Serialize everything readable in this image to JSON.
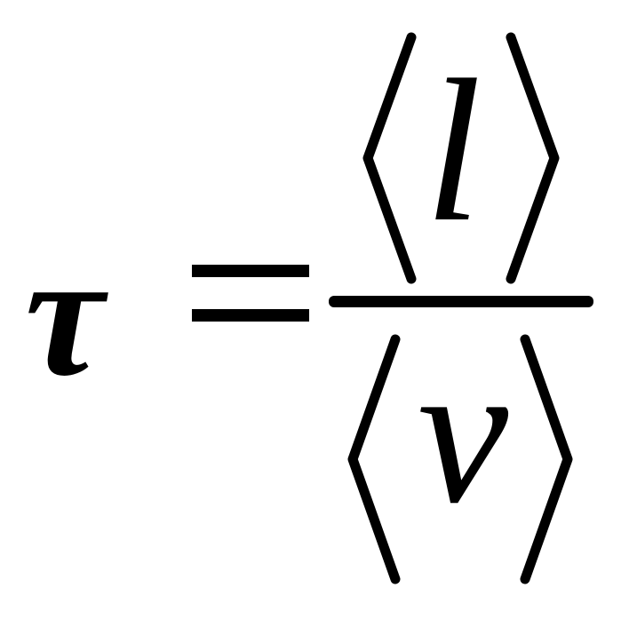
{
  "formula": {
    "lhs_symbol": "τ",
    "relation": "=",
    "numerator_variable": "l",
    "denominator_variable": "v"
  },
  "colors": {
    "ink": "#000000",
    "background": "#ffffff"
  }
}
